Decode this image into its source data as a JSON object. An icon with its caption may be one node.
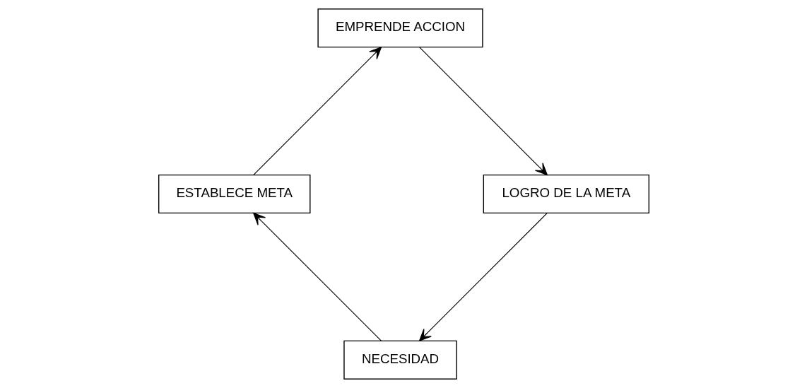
{
  "diagram": {
    "nodes": [
      {
        "text": [
          "NECESIDAD"
        ]
      },
      {
        "text": [
          "ESTABLECE META"
        ]
      },
      {
        "text": [
          "EMPRENDE ACCION"
        ]
      },
      {
        "text": [
          "LOGRO DE LA META"
        ]
      }
    ],
    "edges": [
      {
        "from": 0,
        "to": 1,
        "arrow": "to"
      },
      {
        "from": 1,
        "to": 2,
        "arrow": "to"
      },
      {
        "from": 2,
        "to": 3,
        "arrow": "to"
      },
      {
        "from": 3,
        "to": 0,
        "arrow": "to"
      }
    ]
  }
}
